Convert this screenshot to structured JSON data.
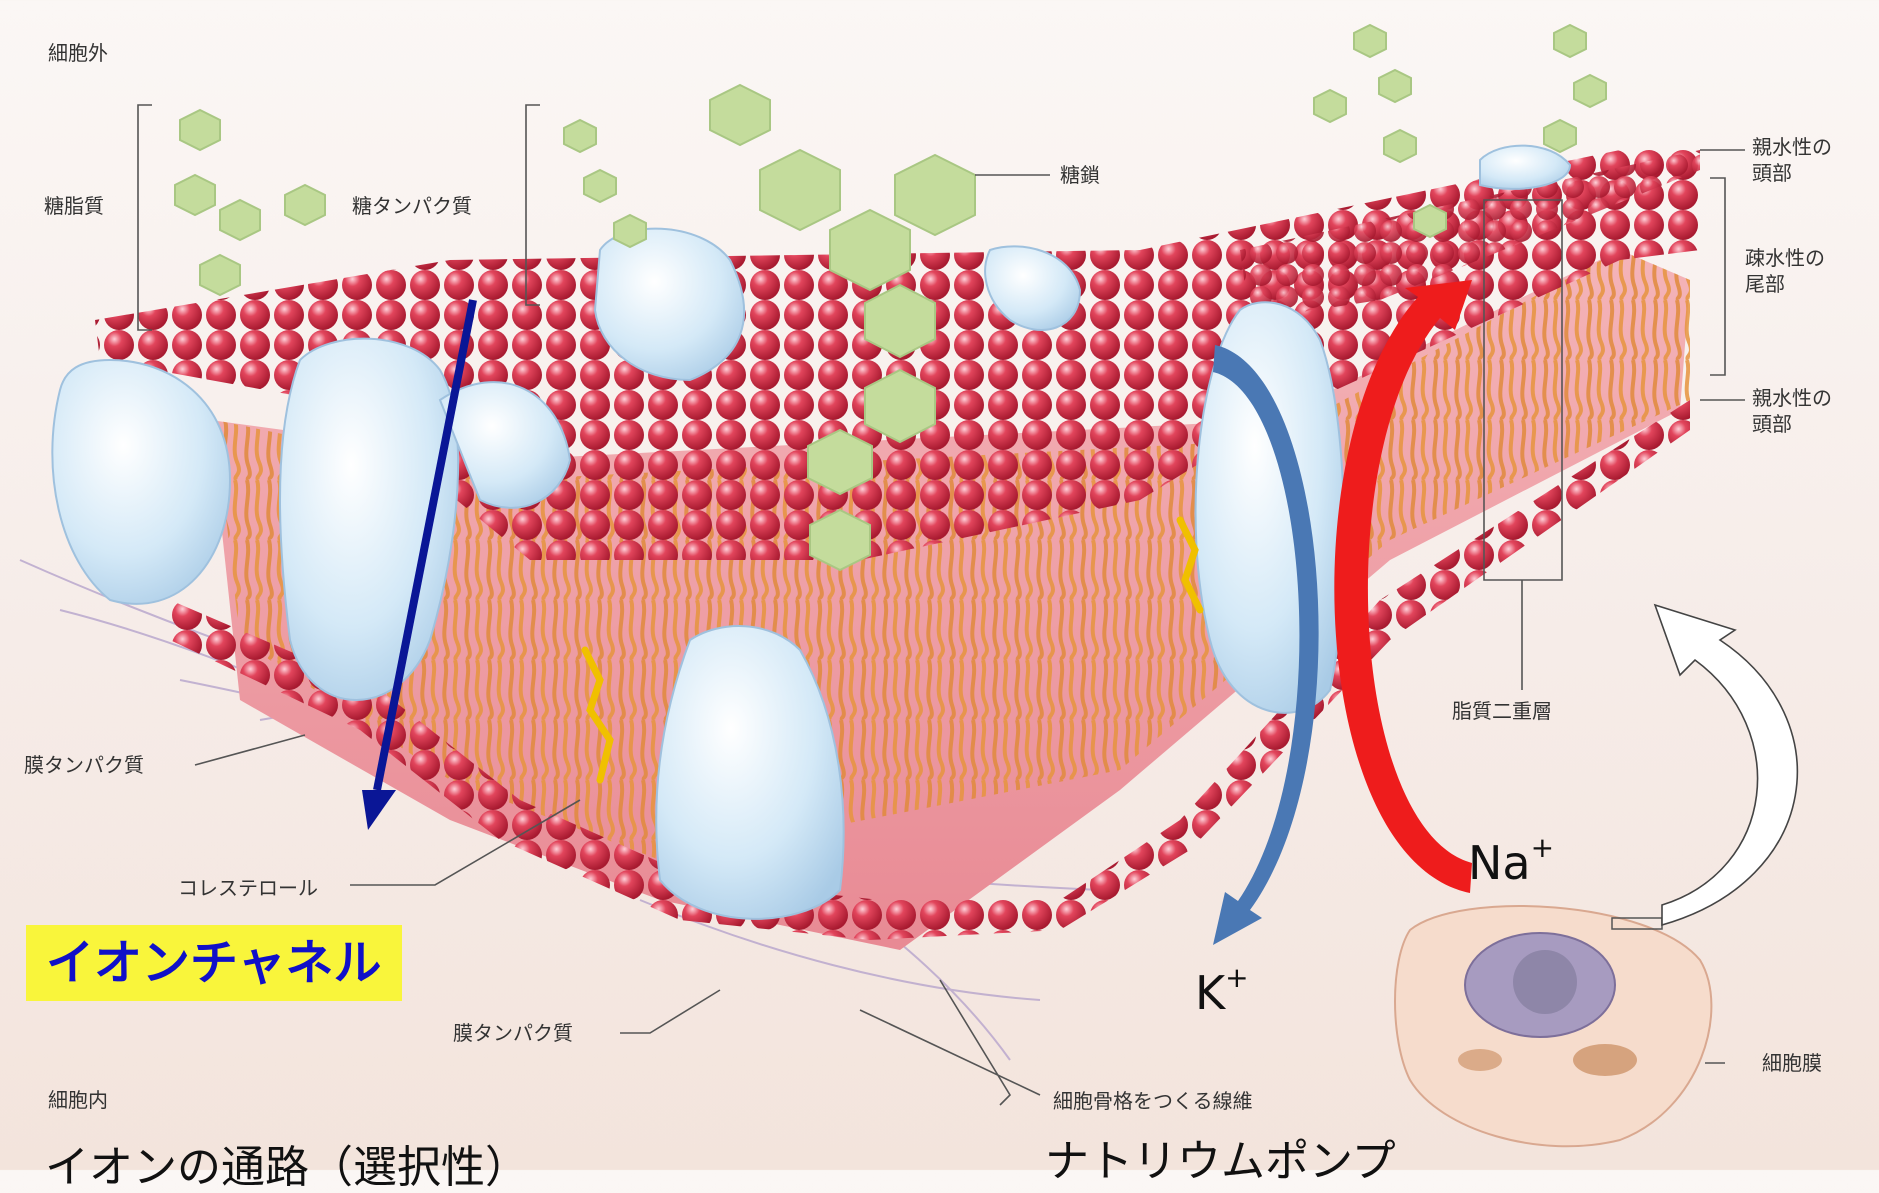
{
  "labels": {
    "extracellular": "細胞外",
    "intracellular": "細胞内",
    "glycolipid": "糖脂質",
    "glycoprotein": "糖タンパク質",
    "sugar_chain": "糖鎖",
    "hydrophilic_head_top": "親水性の\n頭部",
    "hydrophobic_tail": "疎水性の\n尾部",
    "hydrophilic_head_bottom": "親水性の\n頭部",
    "lipid_bilayer": "脂質二重層",
    "membrane_protein_left": "膜タンパク質",
    "cholesterol": "コレステロール",
    "membrane_protein_bottom": "膜タンパク質",
    "cytoskeleton_fiber": "細胞骨格をつくる線維",
    "cell_membrane": "細胞膜"
  },
  "annotations": {
    "ion_channel": "イオンチャネル",
    "sodium_ion": "Na",
    "potassium_ion": "K",
    "ion_charge": "+",
    "ion_pathway": "イオンの通路（選択性）",
    "sodium_pump": "ナトリウムポンプ"
  },
  "colors": {
    "head": "#d8354c",
    "tail": "#e0883a",
    "protein": "#cfe6f6",
    "sugar": "#c4dc9c",
    "channel_arrow": "#0a1696",
    "na_arrow": "#ee1c1c",
    "k_arrow": "#4a78b4",
    "highlight": "#f9f53b"
  }
}
